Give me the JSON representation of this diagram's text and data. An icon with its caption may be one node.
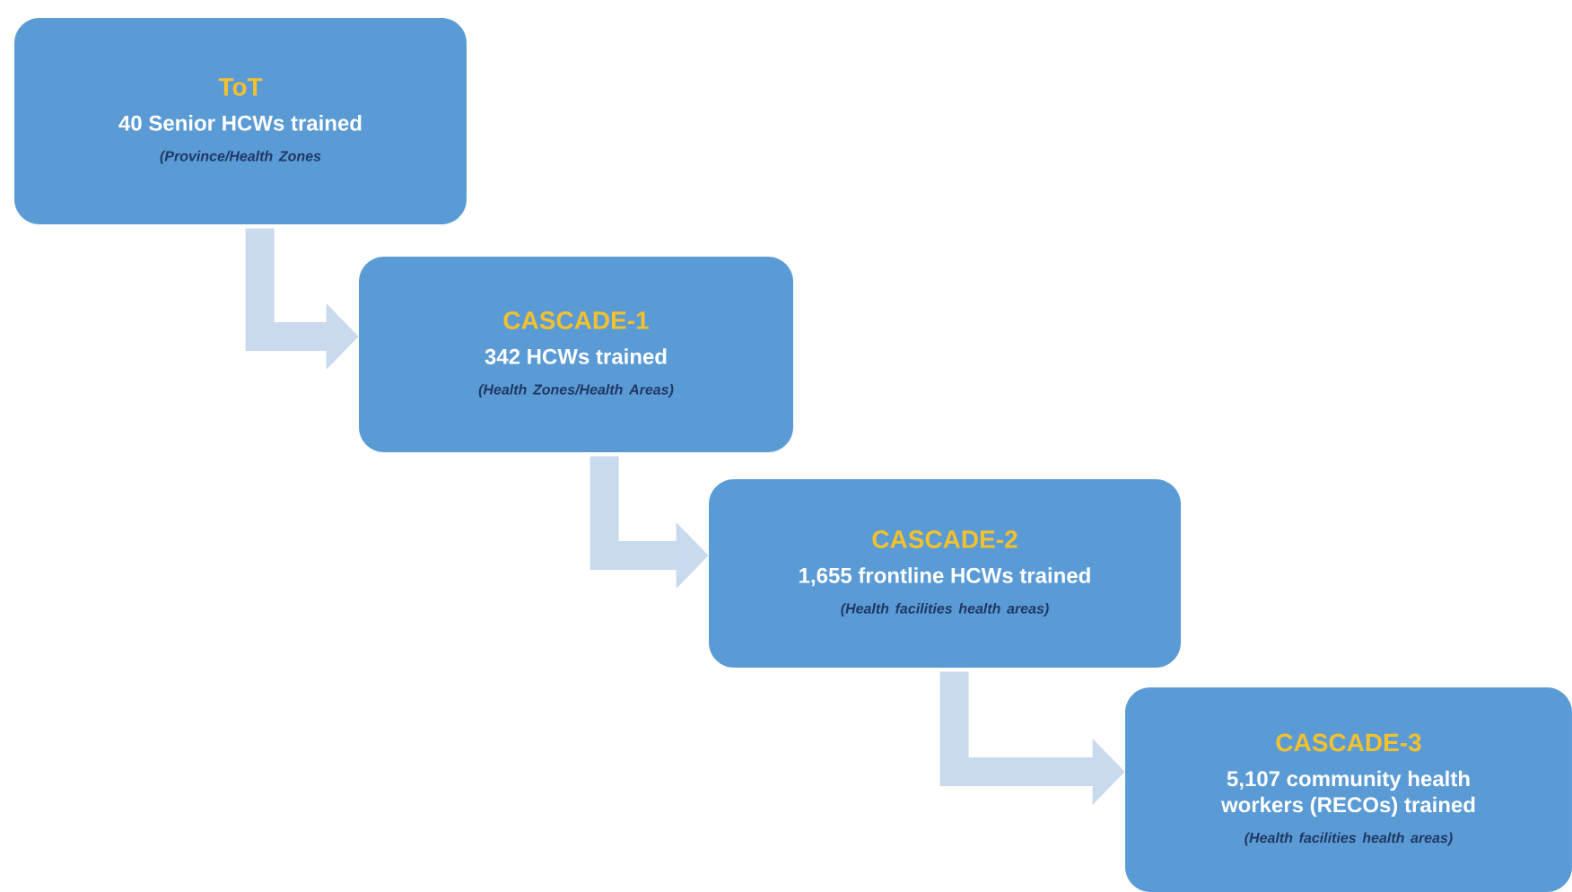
{
  "diagram": {
    "nodes": [
      {
        "text": [
          "ToT",
          "**40** Senior HCWs trained",
          "(Province/Health Zones"
        ]
      },
      {
        "text": [
          "CASCADE-1",
          "342 HCWs trained",
          "(Health Zones/Health Areas)"
        ]
      },
      {
        "text": [
          "CASCADE-2",
          "1,655 frontline HCWs trained",
          "(Health facilities health areas)"
        ]
      },
      {
        "text": [
          "CASCADE-3",
          "**5,107** community health workers (RECOs) trained",
          "(Health facilities health areas)"
        ]
      }
    ],
    "edges": [
      {
        "from": 0,
        "to": 1,
        "arrow": "to"
      },
      {
        "from": 1,
        "to": 2,
        "arrow": "to"
      },
      {
        "from": 2,
        "to": 3,
        "arrow": "to"
      }
    ]
  }
}
